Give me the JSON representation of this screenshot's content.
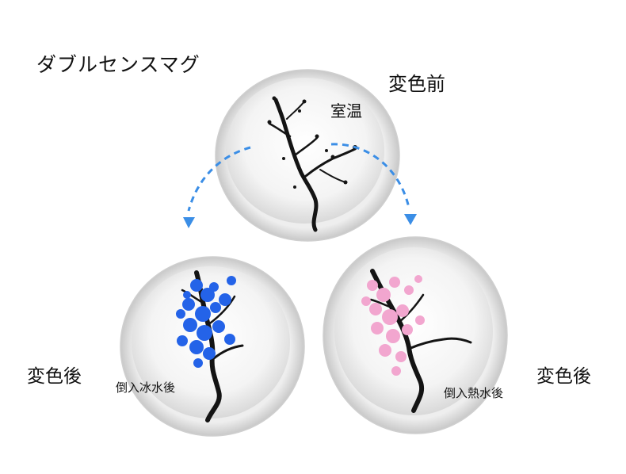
{
  "labels": {
    "title": "ダブルセンスマグ",
    "before_change": "変色前",
    "room_temp": "室温",
    "after_change_left": "変色後",
    "after_change_right": "変色後",
    "pour_cold": "倒入冰水後",
    "pour_hot": "倒入熱水後"
  },
  "colors": {
    "arrow": "#3b8ee6",
    "blossom_cold": "#2463e8",
    "blossom_hot": "#f2a6cf",
    "branch": "#141414"
  },
  "icons": [
    "dashed-arrow-left-icon",
    "dashed-arrow-right-icon"
  ]
}
